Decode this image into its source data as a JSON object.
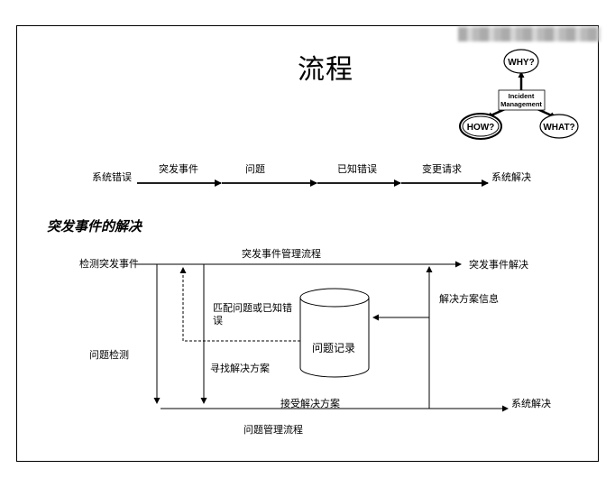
{
  "title": "流程",
  "logo": {
    "why": "WHY?",
    "center_line1": "Incident",
    "center_line2": "Management",
    "how": "HOW?",
    "what": "WHAT?"
  },
  "flow": {
    "start": "系统错误",
    "steps": [
      "突发事件",
      "问题",
      "已知错误",
      "变更请求"
    ],
    "end": "系统解决"
  },
  "section_title": "突发事件的解决",
  "process": {
    "detect_incident": "检测突发事件",
    "incident_process": "突发事件管理流程",
    "incident_resolved": "突发事件解决",
    "match_line1": "匹配问题或已知错",
    "match_line2": "误",
    "problem_record": "问题记录",
    "solution_info": "解决方案信息",
    "problem_detection": "问题检测",
    "find_solution": "寻找解决方案",
    "accept_solution": "接受解决方案",
    "system_resolved": "系统解决",
    "problem_process": "问题管理流程"
  }
}
